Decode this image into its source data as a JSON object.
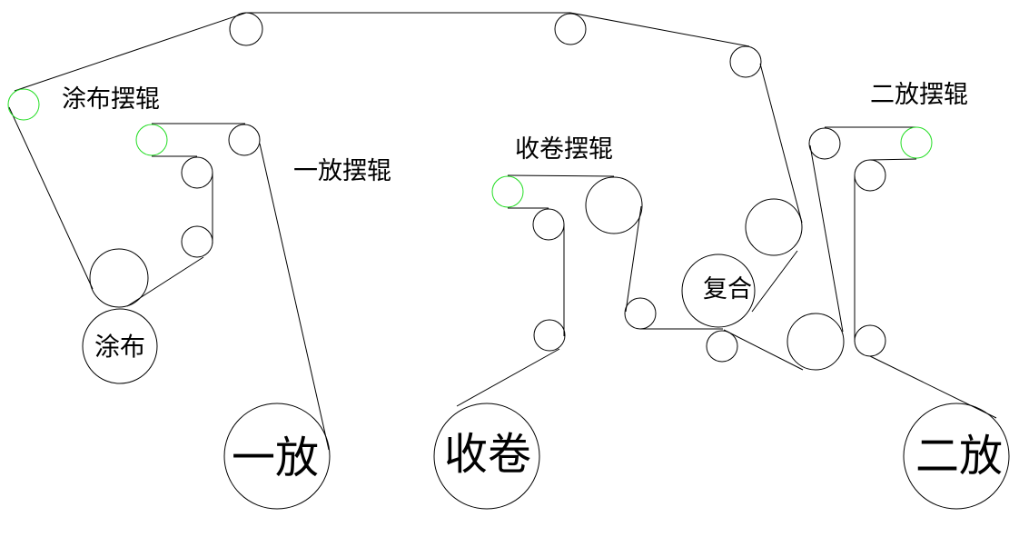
{
  "diagram": {
    "labels": {
      "coating_dancer": "涂布摆辊",
      "unwind1_dancer": "一放摆辊",
      "rewind_dancer": "收卷摆辊",
      "unwind2_dancer": "二放摆辊",
      "coating": "涂布",
      "laminating": "复合",
      "unwind1": "一放",
      "rewind": "收卷",
      "unwind2": "二放"
    },
    "colors": {
      "web": "#000000",
      "roller": "#000000",
      "dancer_roller": "#22dd22",
      "background": "#ffffff"
    }
  }
}
